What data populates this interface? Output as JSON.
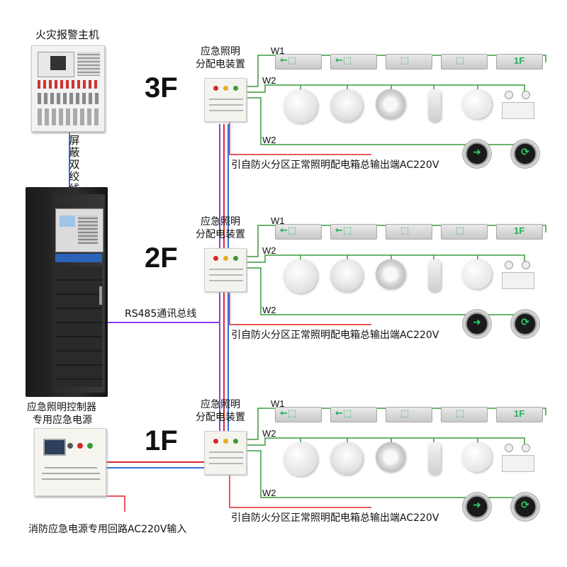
{
  "labels": {
    "fire_alarm_host": "火灾报警主机",
    "shielded_cable": "屏蔽双绞线",
    "controller": "应急照明控制器",
    "power_supply": "专用应急电源",
    "rs485": "RS485通讯总线",
    "fire_power_input": "消防应急电源专用回路AC220V输入"
  },
  "floors": [
    {
      "name": "3F",
      "box_label": "应急照明\n分配电装置",
      "w1": "W1",
      "w2a": "W2",
      "w2b": "W2",
      "feed_label": "引自防火分区正常照明配电箱总输出端AC220V"
    },
    {
      "name": "2F",
      "box_label": "应急照明\n分配电装置",
      "w1": "W1",
      "w2a": "W2",
      "w2b": "W2",
      "feed_label": "引自防火分区正常照明配电箱总输出端AC220V"
    },
    {
      "name": "1F",
      "box_label": "应急照明\n分配电装置",
      "w1": "W1",
      "w2a": "W2",
      "w2b": "W2",
      "feed_label": "引自防火分区正常照明配电箱总输出端AC220V"
    }
  ],
  "exit_sign_last_label": "1F",
  "colors": {
    "red": "#e0242a",
    "blue": "#2f6fd6",
    "purple": "#8a3ff0",
    "green_line": "#3a9a3a",
    "sign_green": "#24b05a"
  }
}
